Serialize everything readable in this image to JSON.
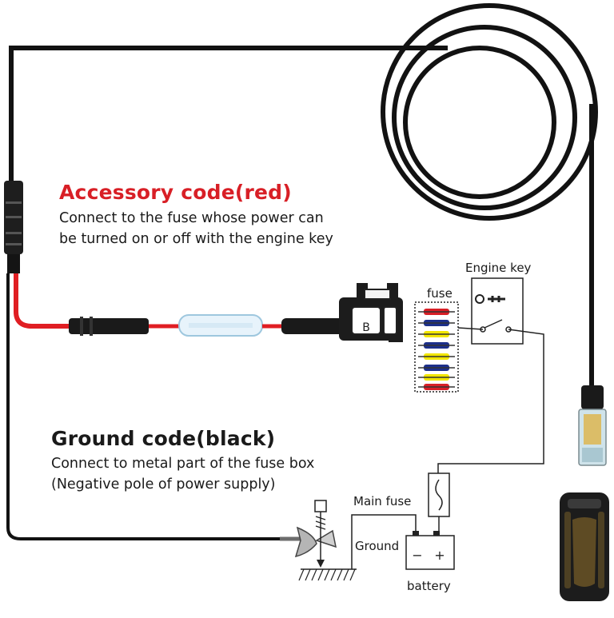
{
  "accessory": {
    "title": "Accessory code(red)",
    "line1": "Connect to the fuse whose power can",
    "line2": "be turned on or off with the engine key",
    "title_color": "#d81f26"
  },
  "ground_code": {
    "title": "Ground code(black)",
    "line1": "Connect to metal part of the fuse box",
    "line2": "(Negative pole of power supply)",
    "title_color": "#111111"
  },
  "labels": {
    "engine_key": "Engine key",
    "fuse": "fuse",
    "main_fuse": "Main fuse",
    "ground": "Ground",
    "battery": "battery",
    "battery_minus": "−",
    "battery_plus": "+",
    "tap_letter": "B"
  },
  "colors": {
    "cable_black": "#121212",
    "cable_red": "#e01e23",
    "fuse_red": "#d81f26",
    "fuse_blue": "#1c2f8a",
    "fuse_yellow": "#f2e600"
  }
}
